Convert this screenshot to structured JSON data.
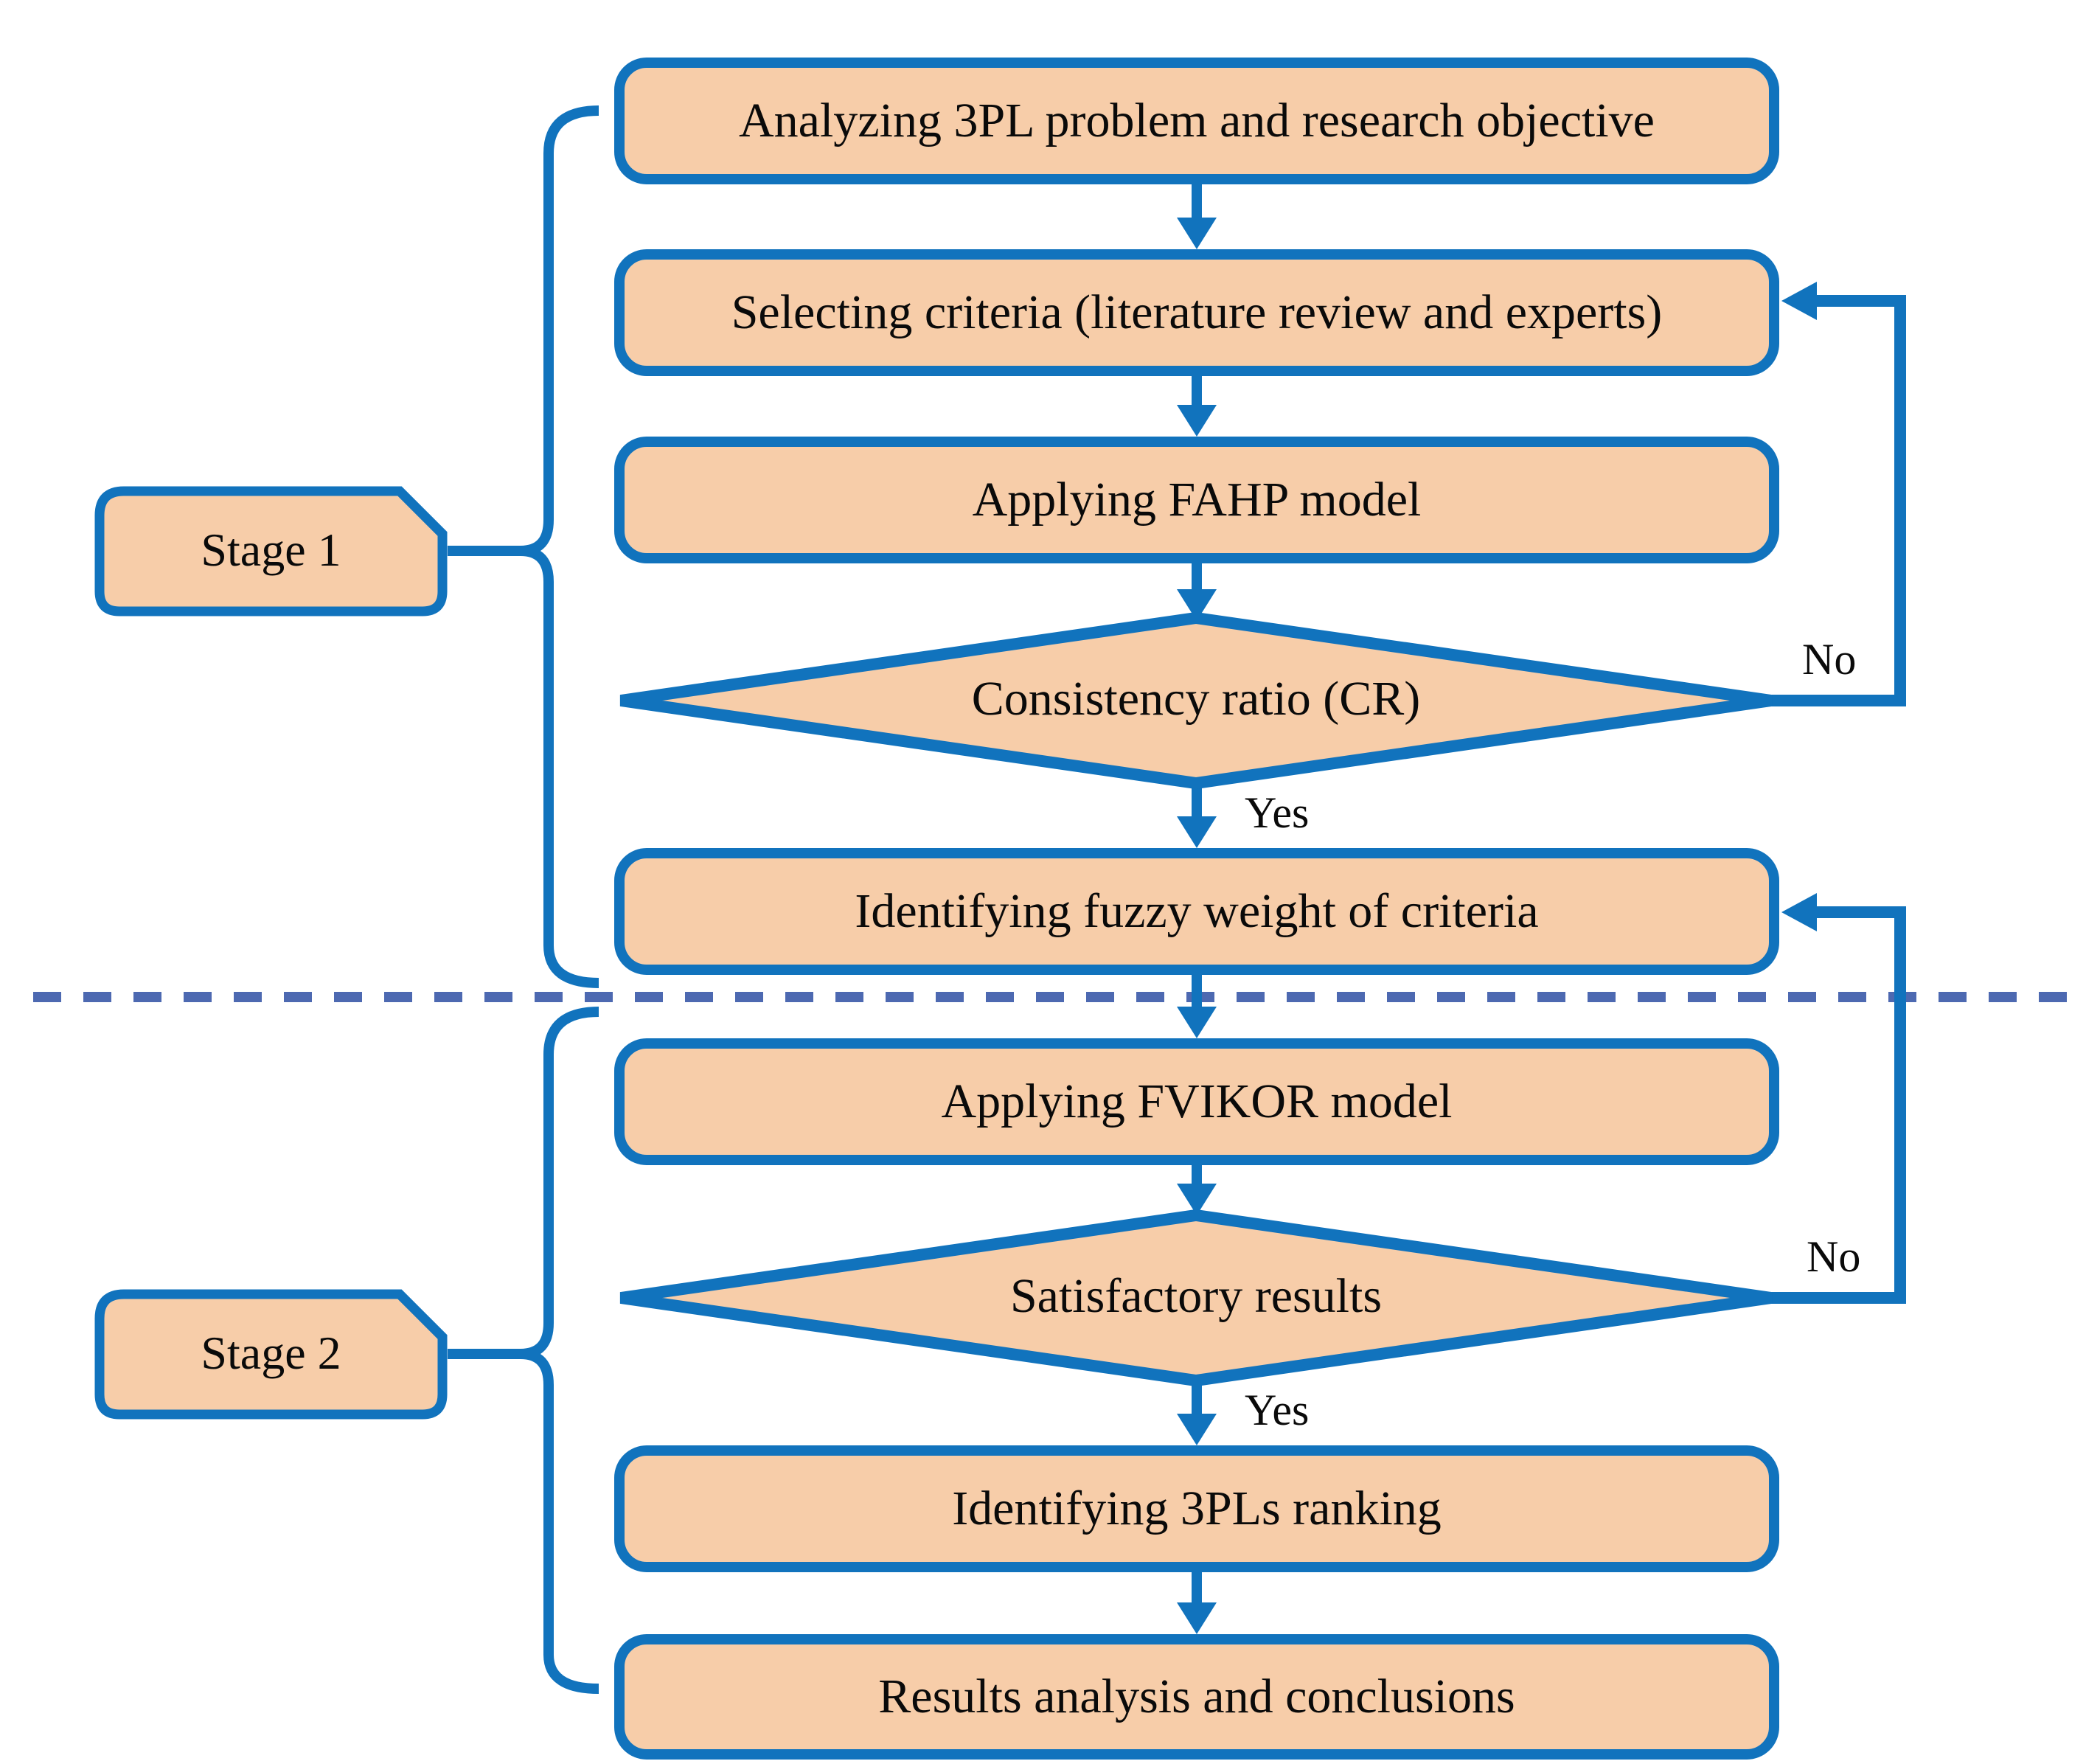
{
  "figure": {
    "stage1": {
      "label": "Stage 1"
    },
    "stage2": {
      "label": "Stage 2"
    },
    "boxes": {
      "analyze": "Analyzing 3PL problem and research objective",
      "select": "Selecting criteria (literature review and experts)",
      "fahp": "Applying FAHP model",
      "weights": "Identifying fuzzy weight of criteria",
      "fvikor": "Applying FVIKOR model",
      "ranking": "Identifying 3PLs ranking",
      "results": "Results analysis and conclusions"
    },
    "decisions": {
      "cr": "Consistency ratio (CR)",
      "satisfactory": "Satisfactory results"
    },
    "edge_labels": {
      "yes1": "Yes",
      "no1": "No",
      "yes2": "Yes",
      "no2": "No"
    },
    "colors": {
      "box_fill": "#F7CDA9",
      "line_blue": "#1173BD",
      "divider_blue": "#4D69B1",
      "text": "#0A0A0A"
    }
  }
}
